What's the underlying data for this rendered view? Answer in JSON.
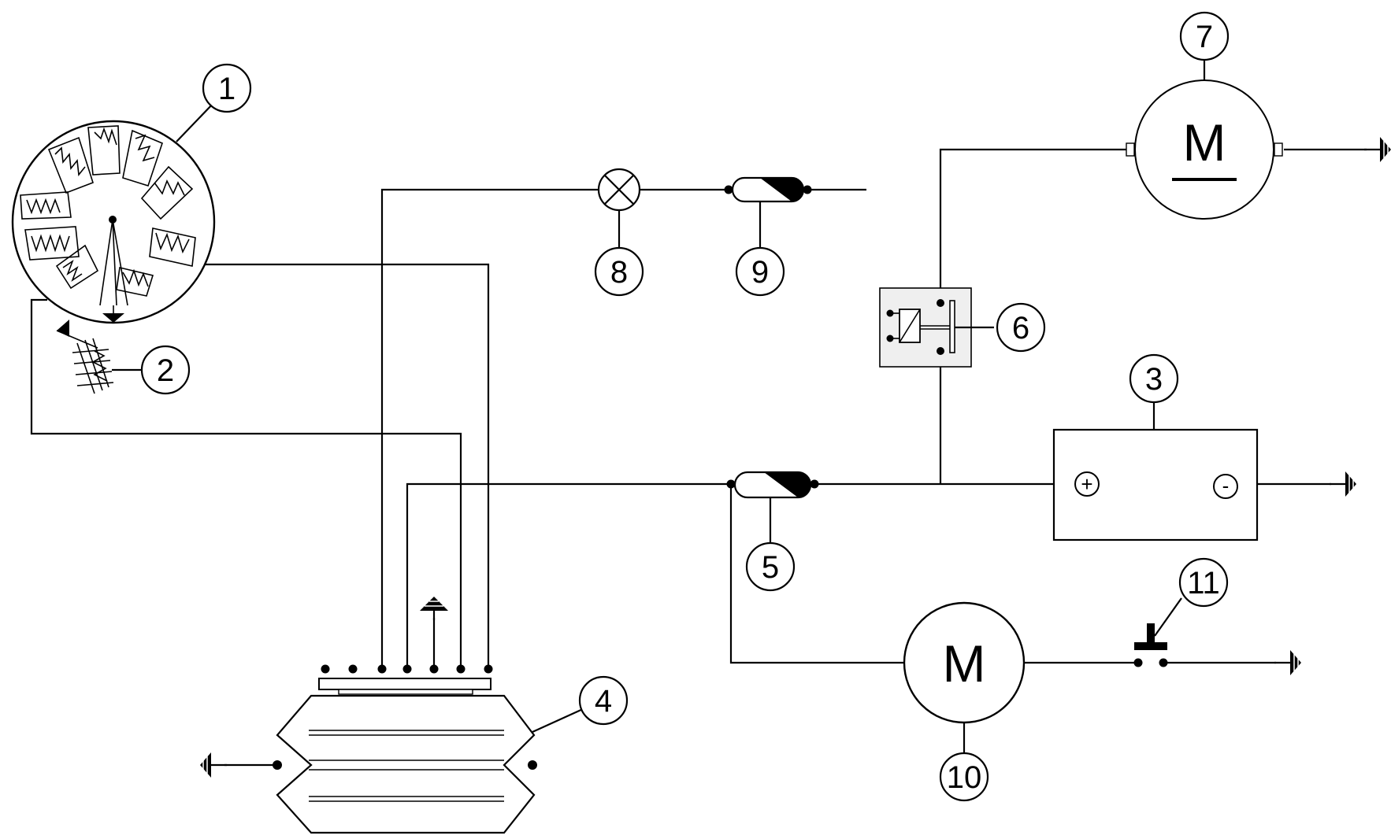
{
  "colors": {
    "ink": "#000000",
    "paper": "#ffffff",
    "relay_fill": "#efefef"
  },
  "callouts": [
    {
      "id": "1",
      "label": "1"
    },
    {
      "id": "2",
      "label": "2"
    },
    {
      "id": "3",
      "label": "3"
    },
    {
      "id": "4",
      "label": "4"
    },
    {
      "id": "5",
      "label": "5"
    },
    {
      "id": "6",
      "label": "6"
    },
    {
      "id": "7",
      "label": "7"
    },
    {
      "id": "8",
      "label": "8"
    },
    {
      "id": "9",
      "label": "9"
    },
    {
      "id": "10",
      "label": "10"
    },
    {
      "id": "11",
      "label": "11"
    }
  ],
  "motors": {
    "fan_motor": {
      "label": "M"
    },
    "starter_motor": {
      "label": "M"
    }
  },
  "battery": {
    "positive_label": "+",
    "negative_label": "-"
  },
  "icons": [
    "ground-icon",
    "lamp-icon",
    "fuse-icon",
    "relay-icon",
    "push-button-icon",
    "stator-icon",
    "pickup-coil-icon",
    "regulator-icon",
    "motor-icon",
    "battery-icon"
  ]
}
